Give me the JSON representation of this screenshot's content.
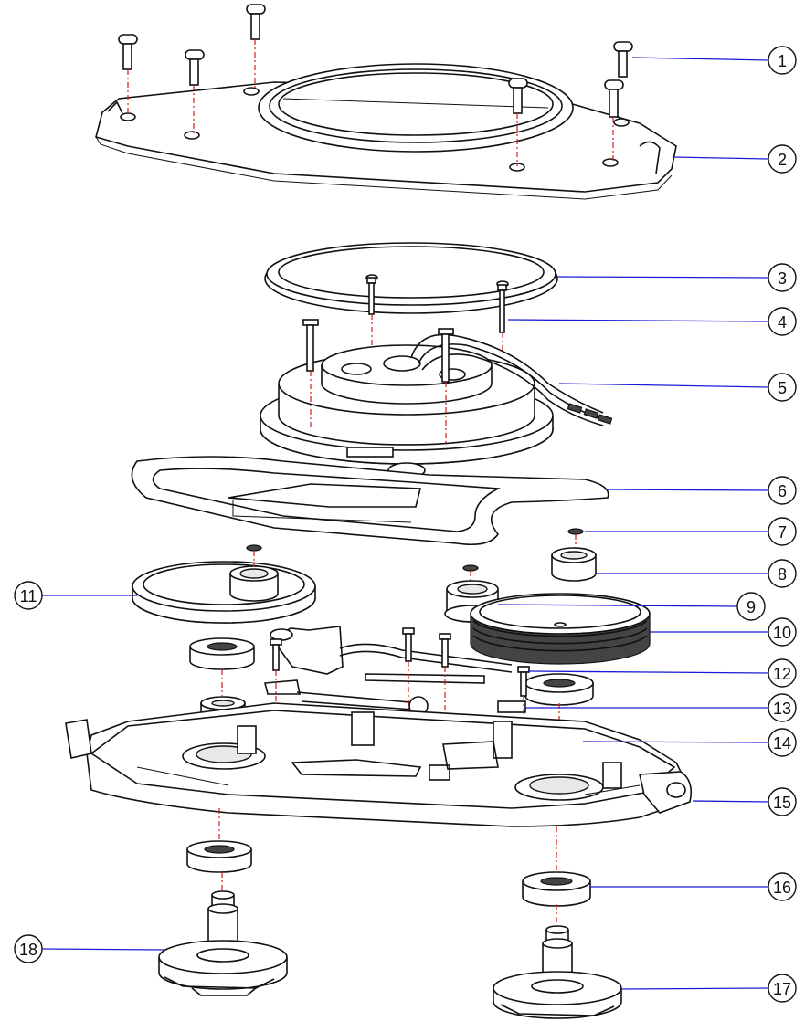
{
  "diagram": {
    "type": "exploded-assembly",
    "leader_color": "#1a1ad6",
    "axis_color": "#d21a1a"
  },
  "callouts": [
    {
      "number": "1"
    },
    {
      "number": "2"
    },
    {
      "number": "3"
    },
    {
      "number": "4"
    },
    {
      "number": "5"
    },
    {
      "number": "6"
    },
    {
      "number": "7"
    },
    {
      "number": "8"
    },
    {
      "number": "9"
    },
    {
      "number": "10"
    },
    {
      "number": "11"
    },
    {
      "number": "12"
    },
    {
      "number": "13"
    },
    {
      "number": "14"
    },
    {
      "number": "15"
    },
    {
      "number": "16"
    },
    {
      "number": "17"
    },
    {
      "number": "18"
    }
  ]
}
